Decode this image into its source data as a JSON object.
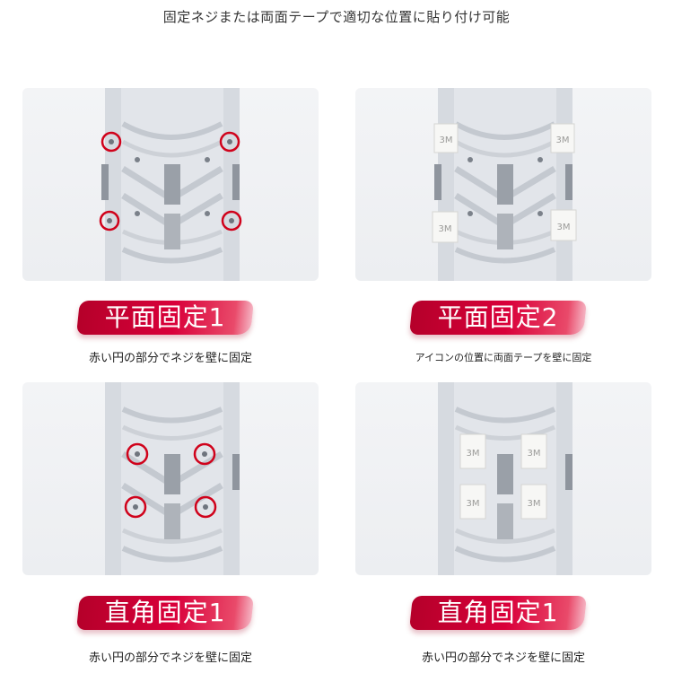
{
  "headline": "固定ネジまたは両面テープで適切な位置に貼り付け可能",
  "panels": [
    {
      "badge": "平面固定1",
      "caption": "赤い円の部分でネジを壁に固定",
      "marker": "red-circle"
    },
    {
      "badge": "平面固定2",
      "caption": "アイコンの位置に両面テープを壁に固定",
      "marker": "3m-tape",
      "tape_label": "3M"
    },
    {
      "badge": "直角固定1",
      "caption": "赤い円の部分でネジを壁に固定",
      "marker": "red-circle"
    },
    {
      "badge": "直角固定1",
      "caption": "赤い円の部分でネジを壁に固定",
      "marker": "3m-tape",
      "tape_label": "3M"
    }
  ],
  "colors": {
    "accent": "#d9003a",
    "circle": "#d0021b"
  }
}
